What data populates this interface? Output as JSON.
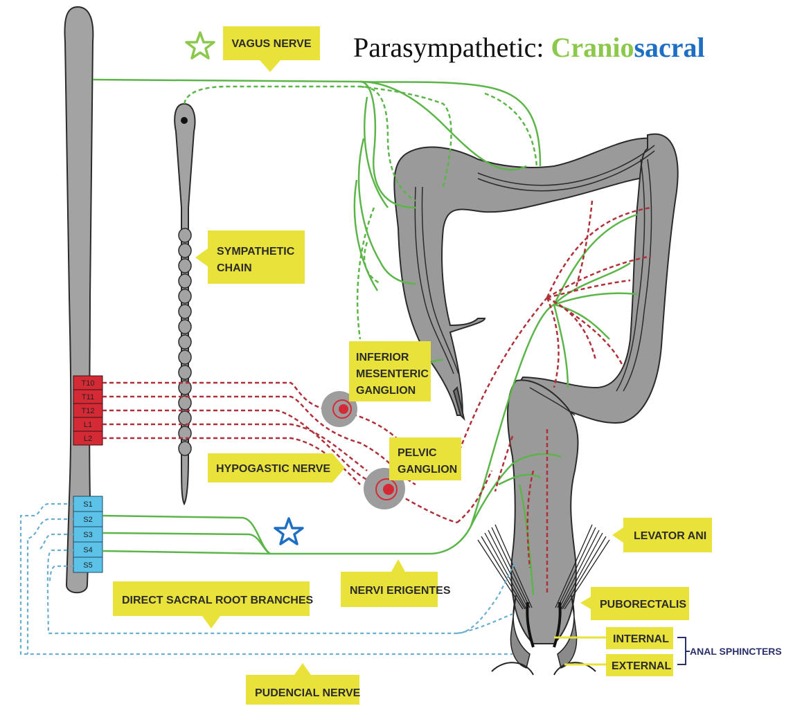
{
  "title": {
    "prefix": "Parasympathetic: ",
    "cranio": "Cranio",
    "sacral": "sacral"
  },
  "labels": {
    "vagus_nerve": "VAGUS NERVE",
    "sympathetic_chain_line1": "SYMPATHETIC",
    "sympathetic_chain_line2": "CHAIN",
    "inferior_mesenteric_line1": "INFERIOR",
    "inferior_mesenteric_line2": "MESENTERIC",
    "inferior_mesenteric_line3": "GANGLION",
    "pelvic_ganglion_line1": "PELVIC",
    "pelvic_ganglion_line2": "GANGLION",
    "hypogastic_nerve": "HYPOGASTIC NERVE",
    "levator_ani": "LEVATOR ANI",
    "nervi_erigentes": "NERVI ERIGENTES",
    "direct_sacral_root_branches": "DIRECT SACRAL ROOT BRANCHES",
    "puborectalis": "PUBORECTALIS",
    "internal": "INTERNAL",
    "external": "EXTERNAL",
    "anal_sphincters": "ANAL SPHINCTERS",
    "pudencial_nerve": "PUDENCIAL NERVE"
  },
  "segments": {
    "thoracolumbar": [
      "T10",
      "T11",
      "T12",
      "L1",
      "L2"
    ],
    "sacral": [
      "S1",
      "S2",
      "S3",
      "S4",
      "S5"
    ]
  },
  "colors": {
    "label_bg": "#e8e23a",
    "cranio": "#8cc84b",
    "sacral": "#1e6fc4",
    "parasympathetic_line": "#5bb548",
    "sympathetic_line": "#b0303a",
    "somatic_line": "#6aaed0",
    "organ_fill": "#9a9a9a",
    "thoracolumbar_segment": "#d42a35",
    "sacral_segment": "#5cc2e8"
  },
  "icons": [
    "green-star-icon",
    "blue-star-icon"
  ]
}
